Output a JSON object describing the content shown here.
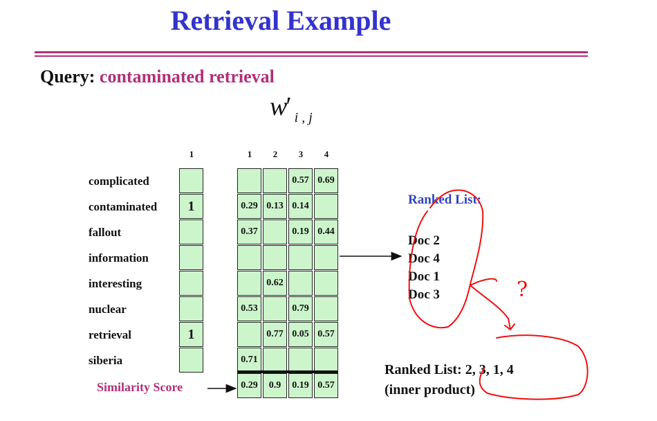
{
  "slide": {
    "title": "Retrieval Example",
    "query_label": "Query:",
    "query_text": "contaminated retrieval",
    "weight_symbol": {
      "base": "w",
      "prime": "′",
      "subscript": "i , j"
    }
  },
  "query_vector": {
    "column_header": "1",
    "values": [
      "",
      "1",
      "",
      "",
      "",
      "",
      "1",
      ""
    ]
  },
  "doc_matrix": {
    "column_headers": [
      "1",
      "2",
      "3",
      "4"
    ],
    "terms": [
      "complicated",
      "contaminated",
      "fallout",
      "information",
      "interesting",
      "nuclear",
      "retrieval",
      "siberia"
    ],
    "rows": [
      [
        "",
        "",
        "0.57",
        "0.69"
      ],
      [
        "0.29",
        "0.13",
        "0.14",
        ""
      ],
      [
        "0.37",
        "",
        "0.19",
        "0.44"
      ],
      [
        "",
        "",
        "",
        ""
      ],
      [
        "",
        "0.62",
        "",
        ""
      ],
      [
        "0.53",
        "",
        "0.79",
        ""
      ],
      [
        "",
        "0.77",
        "0.05",
        "0.57"
      ],
      [
        "0.71",
        "",
        "",
        ""
      ]
    ],
    "similarity_label": "Similarity Score",
    "similarity_scores": [
      "0.29",
      "0.9",
      "0.19",
      "0.57"
    ]
  },
  "ranked_list": {
    "title": "Ranked List:",
    "docs": [
      "Doc 2",
      "Doc 4",
      "Doc 1",
      "Doc 3"
    ]
  },
  "inner_product": {
    "line1": "Ranked List: 2, 3, 1, 4",
    "line2": "(inner product)"
  },
  "annotation": {
    "question_mark": "?",
    "ink_color": "#ee1111"
  },
  "colors": {
    "title": "#3333cc",
    "accent": "#b0307a",
    "cell_fill": "#ccf5cc",
    "ranked_title": "#3344bb"
  }
}
